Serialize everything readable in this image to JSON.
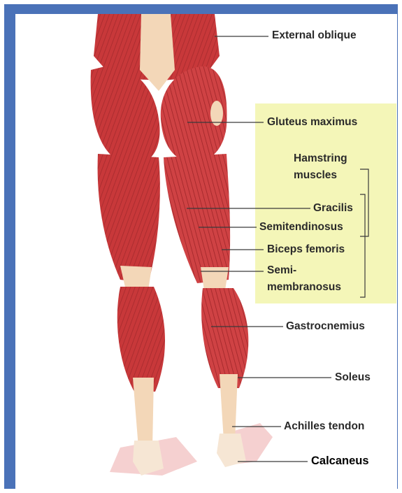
{
  "labels": {
    "external_oblique": "External oblique",
    "gluteus_maximus": "Gluteus maximus",
    "hamstring_1": "Hamstring",
    "hamstring_2": "muscles",
    "gracilis": "Gracilis",
    "semitendinosus": "Semitendinosus",
    "biceps_femoris": "Biceps femoris",
    "semimembranosus_1": "Semi-",
    "semimembranosus_2": "membranosus",
    "gastrocnemius": "Gastrocnemius",
    "soleus": "Soleus",
    "achilles_tendon": "Achilles tendon",
    "calcaneus": "Calcaneus"
  },
  "colors": {
    "frame": "#4a72b8",
    "highlight": "#f4f6b8",
    "muscle": "#c8383a",
    "muscle_dark": "#8f1f22",
    "tendon": "#f3d7b8",
    "skin_floor": "#f2c4c4"
  }
}
